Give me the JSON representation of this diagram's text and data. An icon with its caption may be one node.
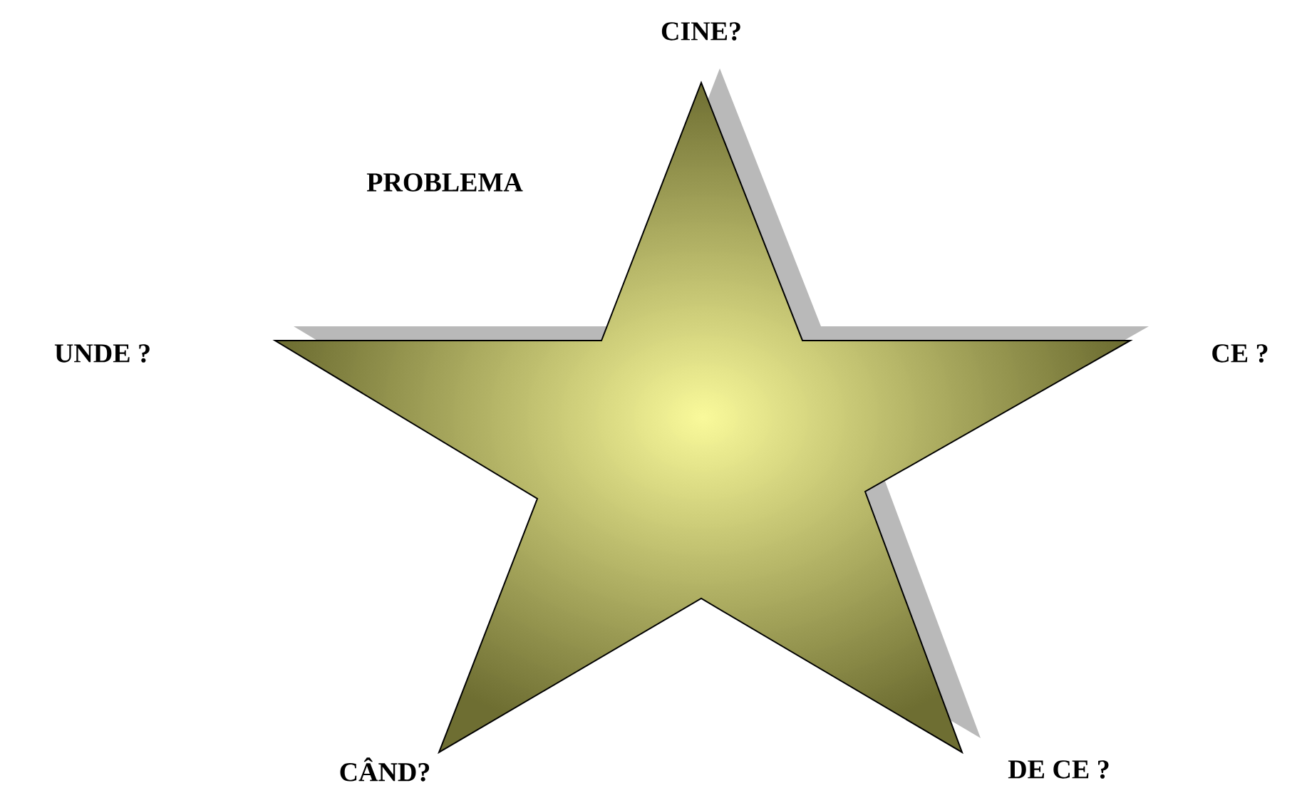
{
  "diagram": {
    "nodes": [
      {
        "text": [],
        "shape": "star"
      }
    ],
    "labels": [
      "CINE?",
      "PROBLEMA",
      "UNDE ?",
      "CE ?",
      "CÂND?",
      "DE CE ?"
    ]
  }
}
